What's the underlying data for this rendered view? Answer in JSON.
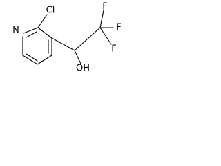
{
  "molecule": {
    "atoms": {
      "n": "N",
      "cl": "Cl",
      "f_top": "F",
      "f_right": "F",
      "f_bottom": "F",
      "oh": "OH"
    }
  }
}
